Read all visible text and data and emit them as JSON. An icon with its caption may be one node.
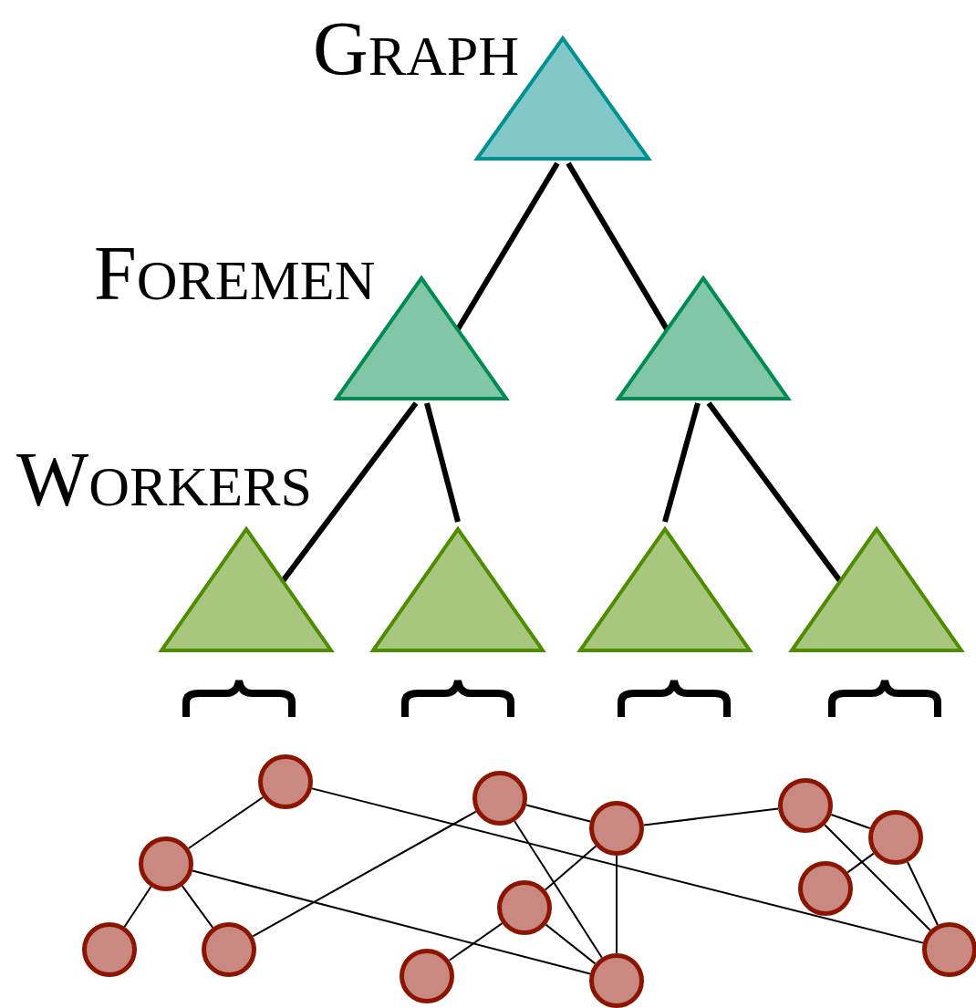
{
  "diagram": {
    "nodes": [
      {
        "text": [],
        "shape": "triangle"
      },
      {
        "text": [],
        "shape": "triangle"
      },
      {
        "text": [],
        "shape": "triangle"
      },
      {
        "text": [],
        "shape": "triangle"
      },
      {
        "text": [],
        "shape": "triangle"
      },
      {
        "text": [],
        "shape": "triangle"
      },
      {
        "text": [],
        "shape": "triangle"
      },
      {
        "text": [],
        "shape": "circle"
      },
      {
        "text": [],
        "shape": "circle"
      },
      {
        "text": [],
        "shape": "circle"
      },
      {
        "text": [],
        "shape": "circle"
      },
      {
        "text": [],
        "shape": "circle"
      },
      {
        "text": [],
        "shape": "circle"
      },
      {
        "text": [],
        "shape": "circle"
      },
      {
        "text": [],
        "shape": "circle"
      },
      {
        "text": [],
        "shape": "circle"
      },
      {
        "text": [],
        "shape": "circle"
      },
      {
        "text": [],
        "shape": "circle"
      },
      {
        "text": [],
        "shape": "circle"
      },
      {
        "text": [],
        "shape": "circle"
      }
    ],
    "edges": [
      {
        "from": 0,
        "to": 1,
        "arrow": "none",
        "style": "thick"
      },
      {
        "from": 0,
        "to": 2,
        "arrow": "none",
        "style": "thick"
      },
      {
        "from": 1,
        "to": 3,
        "arrow": "none",
        "style": "thick"
      },
      {
        "from": 1,
        "to": 4,
        "arrow": "none",
        "style": "thick"
      },
      {
        "from": 2,
        "to": 5,
        "arrow": "none",
        "style": "thick"
      },
      {
        "from": 2,
        "to": 6,
        "arrow": "none",
        "style": "thick"
      },
      {
        "from": 7,
        "to": 8,
        "arrow": "none"
      },
      {
        "from": 7,
        "to": 19,
        "arrow": "none"
      },
      {
        "from": 8,
        "to": 9,
        "arrow": "none"
      },
      {
        "from": 8,
        "to": 10,
        "arrow": "none"
      },
      {
        "from": 8,
        "to": 15,
        "arrow": "none"
      },
      {
        "from": 10,
        "to": 11,
        "arrow": "none"
      },
      {
        "from": 11,
        "to": 12,
        "arrow": "none"
      },
      {
        "from": 11,
        "to": 15,
        "arrow": "none"
      },
      {
        "from": 12,
        "to": 13,
        "arrow": "none"
      },
      {
        "from": 12,
        "to": 15,
        "arrow": "none"
      },
      {
        "from": 12,
        "to": 16,
        "arrow": "none"
      },
      {
        "from": 13,
        "to": 14,
        "arrow": "none"
      },
      {
        "from": 13,
        "to": 15,
        "arrow": "none"
      },
      {
        "from": 16,
        "to": 17,
        "arrow": "none"
      },
      {
        "from": 16,
        "to": 19,
        "arrow": "none"
      },
      {
        "from": 17,
        "to": 18,
        "arrow": "none"
      },
      {
        "from": 17,
        "to": 19,
        "arrow": "none"
      }
    ],
    "labels": [
      "GRAPH",
      "FOREMEN",
      "WORKERS"
    ]
  }
}
